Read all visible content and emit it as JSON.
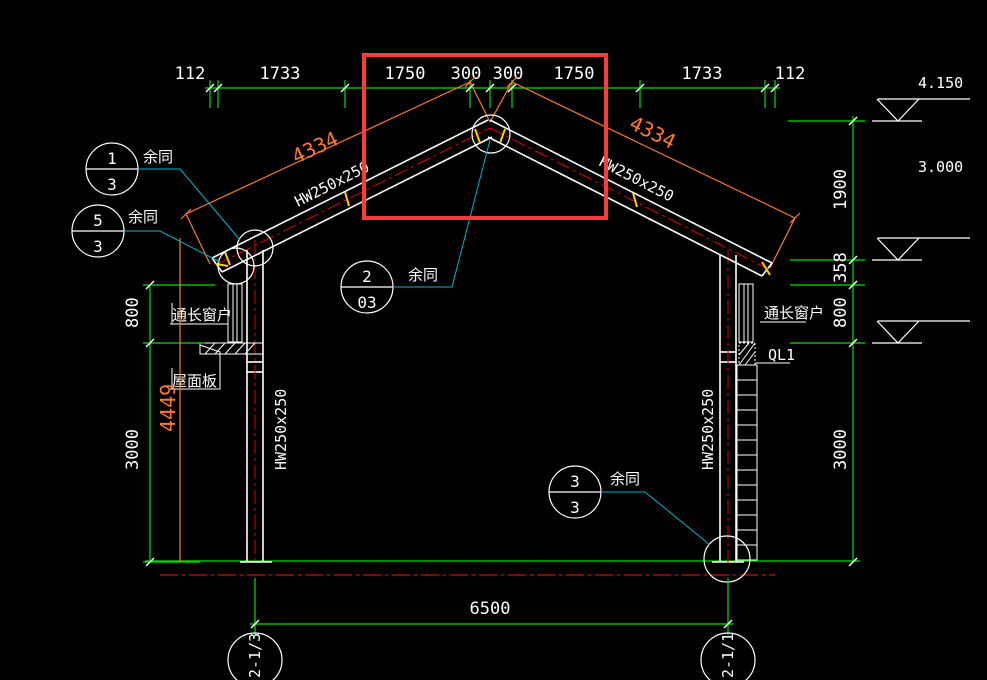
{
  "top_dims": [
    "112",
    "1733",
    "1750",
    "300",
    "300",
    "1750",
    "1733",
    "112"
  ],
  "bottom_dim": "6500",
  "rafter_length_left": "4334",
  "rafter_length_right": "4334",
  "left_vertical_dims": [
    "800",
    "3000"
  ],
  "left_total": "4449",
  "right_vertical_dims": [
    "1900",
    "358",
    "800",
    "3000"
  ],
  "elevations": [
    "4.150",
    "3.000"
  ],
  "section_label": "HW250x250",
  "callouts": [
    {
      "num": "1",
      "den": "3",
      "note": "余同"
    },
    {
      "num": "5",
      "den": "3",
      "note": "余同"
    },
    {
      "num": "2",
      "den": "03",
      "note": "余同"
    },
    {
      "num": "3",
      "den": "3",
      "note": "余同"
    }
  ],
  "labels": {
    "window_left": "通长窗户",
    "window_right": "通长窗户",
    "roof_panel": "屋面板",
    "ql1": "QL1"
  },
  "grid_labels": [
    "2-1/3",
    "2-1/1"
  ],
  "colors": {
    "background": "#000000",
    "dimension": "#00e000",
    "member": "#ffffff",
    "centerline": "#e00000",
    "rafter_dim": "#ff7a2a",
    "leader": "#00b4c8",
    "highlight": "#ff3a3a"
  }
}
